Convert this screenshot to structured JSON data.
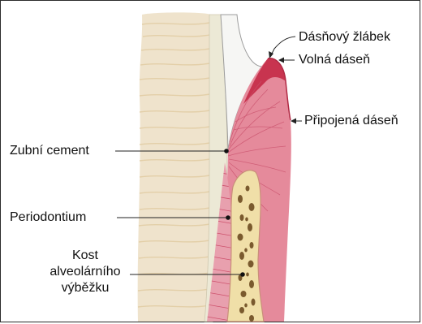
{
  "labels": {
    "gingival_sulcus": "Dásňový žlábek",
    "free_gingiva": "Volná dáseň",
    "attached_gingiva": "Připojená dáseň",
    "cementum": "Zubní cement",
    "periodontium": "Periodontium",
    "alveolar_bone_line1": "Kost",
    "alveolar_bone_line2": "alveolárního",
    "alveolar_bone_line3": "výběžku"
  },
  "colors": {
    "dentin": "#efe3cc",
    "dentin_stripe": "#e6d4b3",
    "cementum": "#ece9d6",
    "enamel": "#f6f6f4",
    "gingiva": "#e58a9b",
    "gingiva_dark": "#c8344f",
    "periodontal_ligament": "#e08a9a",
    "bone": "#f0dfa8",
    "bone_pore": "#7a5a2e",
    "leader": "#222222"
  }
}
